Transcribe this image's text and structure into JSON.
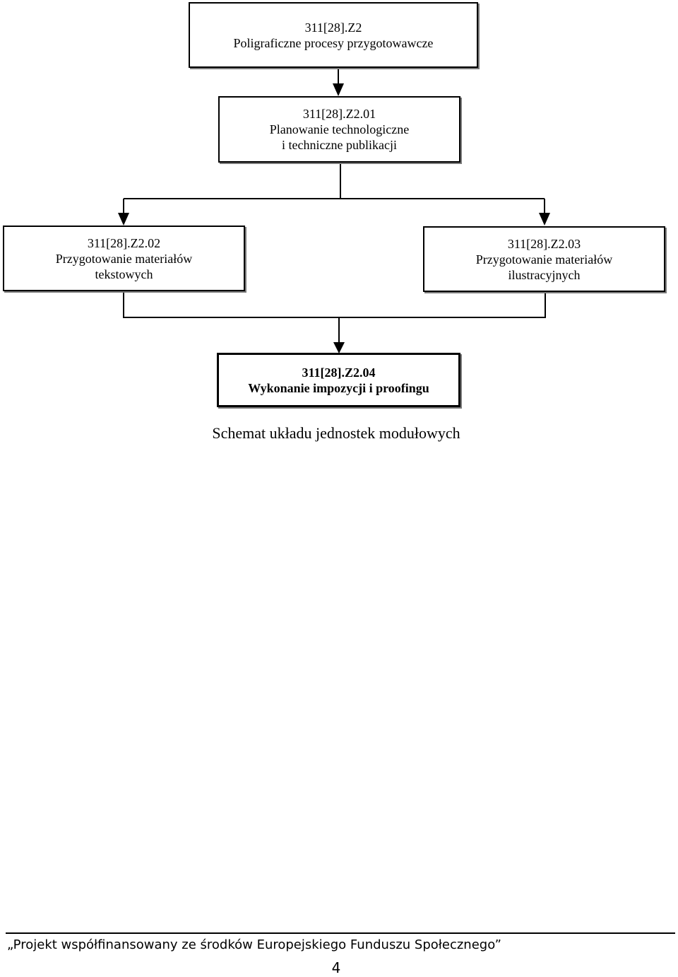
{
  "diagram": {
    "root": {
      "code": "311[28].Z2",
      "lines": [
        "Poligraficzne procesy przygotowawcze"
      ]
    },
    "unit_01": {
      "code": "311[28].Z2.01",
      "lines": [
        "Planowanie technologiczne",
        "i techniczne publikacji"
      ]
    },
    "unit_02": {
      "code": "311[28].Z2.02",
      "lines": [
        "Przygotowanie materiałów",
        "tekstowych"
      ]
    },
    "unit_03": {
      "code": "311[28].Z2.03",
      "lines": [
        "Przygotowanie materiałów",
        "ilustracyjnych"
      ]
    },
    "unit_04": {
      "code": "311[28].Z2.04",
      "lines": [
        "Wykonanie impozycji i proofingu"
      ]
    },
    "edges": [
      [
        "root",
        "unit_01"
      ],
      [
        "unit_01",
        "unit_02"
      ],
      [
        "unit_01",
        "unit_03"
      ],
      [
        "unit_02",
        "unit_04"
      ],
      [
        "unit_03",
        "unit_04"
      ]
    ],
    "caption": "Schemat układu jednostek modułowych"
  },
  "footer": {
    "text": "„Projekt współfinansowany ze środków Europejskiego Funduszu Społecznego”",
    "page_number": "4"
  }
}
